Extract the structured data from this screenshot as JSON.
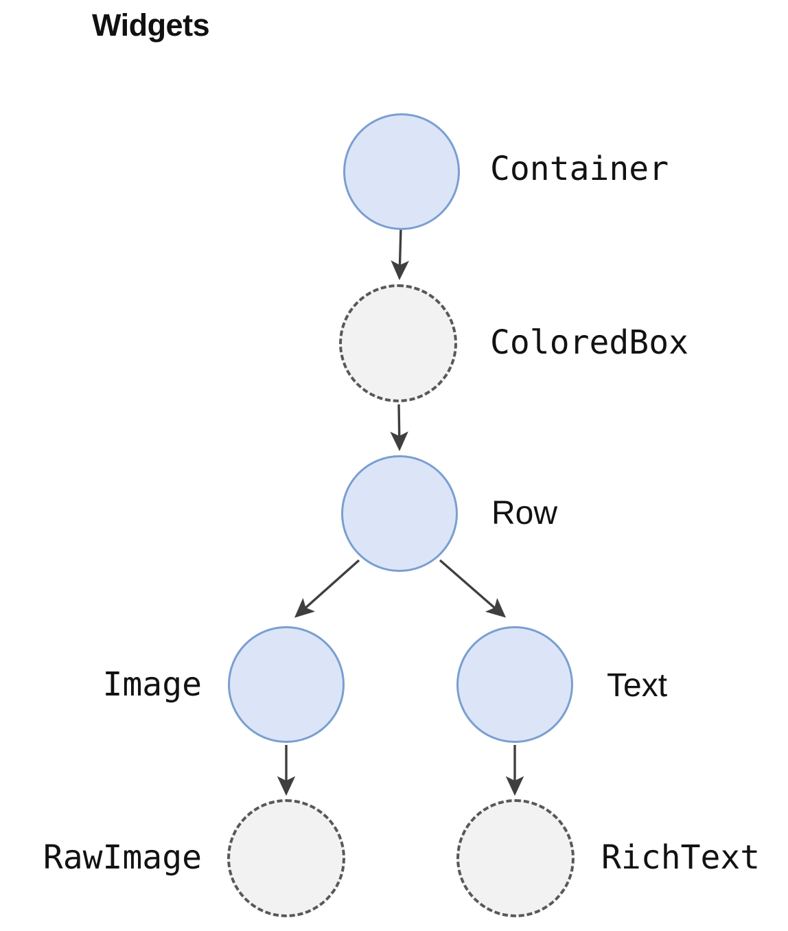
{
  "diagram": {
    "title": "Widgets",
    "type": "tree",
    "background_color": "#ffffff",
    "colors": {
      "solid_node_fill": "#dce5f8",
      "solid_node_stroke": "#7a9fd0",
      "dashed_node_fill": "#f2f2f2",
      "dashed_node_stroke": "#585858",
      "edge_stroke": "#3f3f3f",
      "text": "#121212"
    },
    "nodes": [
      {
        "id": "container",
        "label": "Container",
        "style": "solid",
        "label_side": "right",
        "label_font": "mono"
      },
      {
        "id": "coloredbox",
        "label": "ColoredBox",
        "style": "dashed",
        "label_side": "right",
        "label_font": "mono"
      },
      {
        "id": "row",
        "label": "Row",
        "style": "solid",
        "label_side": "right",
        "label_font": "sans"
      },
      {
        "id": "image",
        "label": "Image",
        "style": "solid",
        "label_side": "left",
        "label_font": "mono"
      },
      {
        "id": "text",
        "label": "Text",
        "style": "solid",
        "label_side": "right",
        "label_font": "sans"
      },
      {
        "id": "rawimage",
        "label": "RawImage",
        "style": "dashed",
        "label_side": "left",
        "label_font": "mono"
      },
      {
        "id": "richtext",
        "label": "RichText",
        "style": "dashed",
        "label_side": "right",
        "label_font": "mono"
      }
    ],
    "edges": [
      {
        "from": "container",
        "to": "coloredbox"
      },
      {
        "from": "coloredbox",
        "to": "row"
      },
      {
        "from": "row",
        "to": "image"
      },
      {
        "from": "row",
        "to": "text"
      },
      {
        "from": "image",
        "to": "rawimage"
      },
      {
        "from": "text",
        "to": "richtext"
      }
    ]
  }
}
